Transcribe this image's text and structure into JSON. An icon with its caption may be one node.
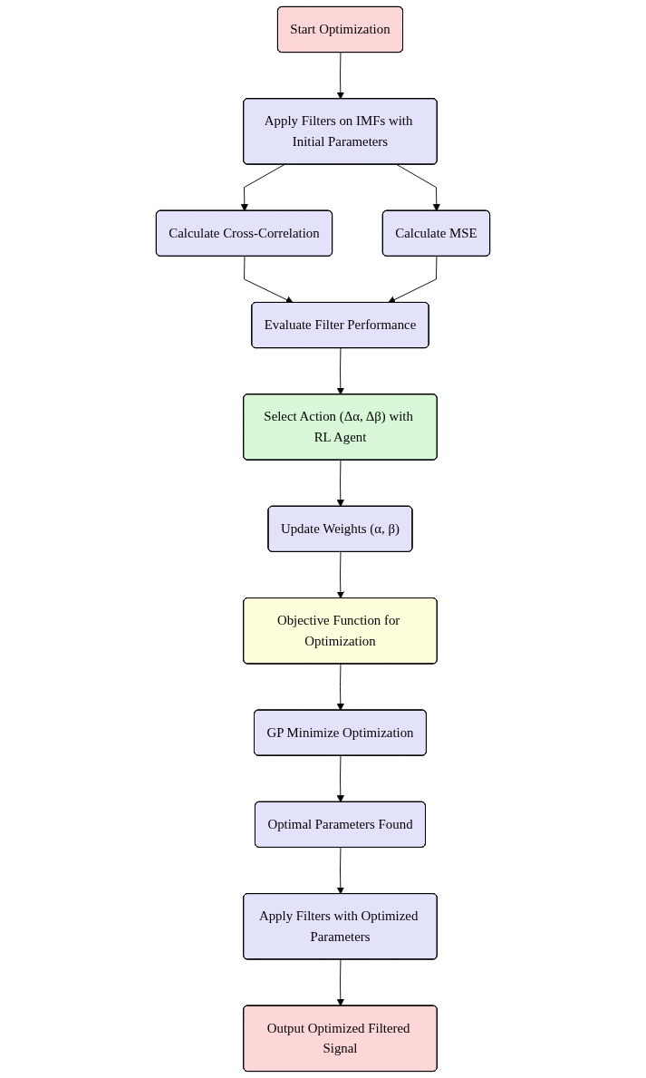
{
  "diagram": {
    "nodes": [
      {
        "text": [
          "Start Optimization"
        ]
      },
      {
        "text": [
          "Apply Filters on IMFs with Initial Parameters"
        ]
      },
      {
        "text": [
          "Calculate Cross-Correlation"
        ]
      },
      {
        "text": [
          "Calculate MSE"
        ]
      },
      {
        "text": [
          "Evaluate Filter Performance"
        ]
      },
      {
        "text": [
          "Select Action (Δα, Δβ) with RL Agent"
        ]
      },
      {
        "text": [
          "Update Weights (α, β)"
        ]
      },
      {
        "text": [
          "Objective Function for Optimization"
        ]
      },
      {
        "text": [
          "GP Minimize Optimization"
        ]
      },
      {
        "text": [
          "Optimal Parameters Found"
        ]
      },
      {
        "text": [
          "Apply Filters with Optimized Parameters"
        ]
      },
      {
        "text": [
          "Output Optimized Filtered Signal"
        ]
      }
    ],
    "edges": [
      {
        "from": 0,
        "to": 1,
        "arrow": "to"
      },
      {
        "from": 1,
        "to": 2,
        "arrow": "to"
      },
      {
        "from": 1,
        "to": 3,
        "arrow": "to"
      },
      {
        "from": 2,
        "to": 4,
        "arrow": "to"
      },
      {
        "from": 3,
        "to": 4,
        "arrow": "to"
      },
      {
        "from": 4,
        "to": 5,
        "arrow": "to"
      },
      {
        "from": 5,
        "to": 6,
        "arrow": "to"
      },
      {
        "from": 6,
        "to": 7,
        "arrow": "to"
      },
      {
        "from": 7,
        "to": 8,
        "arrow": "to"
      },
      {
        "from": 8,
        "to": 9,
        "arrow": "to"
      },
      {
        "from": 9,
        "to": 10,
        "arrow": "to"
      },
      {
        "from": 10,
        "to": 11,
        "arrow": "to"
      }
    ]
  }
}
